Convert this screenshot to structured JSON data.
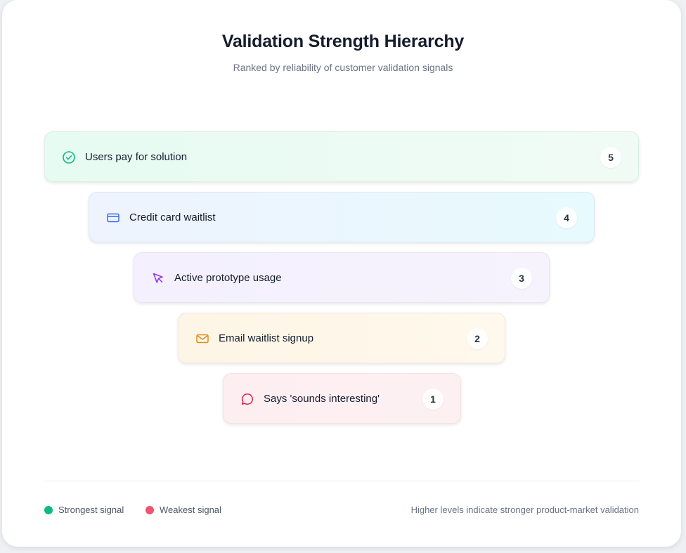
{
  "header": {
    "title": "Validation Strength Hierarchy",
    "subtitle": "Ranked by reliability of customer validation signals"
  },
  "tiers": [
    {
      "label": "Users pay for solution",
      "rank": "5",
      "icon": "check-circle-icon",
      "color": "#10b981"
    },
    {
      "label": "Credit card waitlist",
      "rank": "4",
      "icon": "credit-card-icon",
      "color": "#3b6cf6"
    },
    {
      "label": "Active prototype usage",
      "rank": "3",
      "icon": "cursor-pointer-icon",
      "color": "#9333ea"
    },
    {
      "label": "Email waitlist signup",
      "rank": "2",
      "icon": "mail-icon",
      "color": "#e08a1e"
    },
    {
      "label": "Says 'sounds interesting'",
      "rank": "1",
      "icon": "message-bubble-icon",
      "color": "#e11d48"
    }
  ],
  "legend": {
    "strong": {
      "label": "Strongest signal",
      "color": "#10b981"
    },
    "weak": {
      "label": "Weakest signal",
      "color": "#f0546e"
    },
    "note": "Higher levels indicate stronger product-market validation"
  }
}
